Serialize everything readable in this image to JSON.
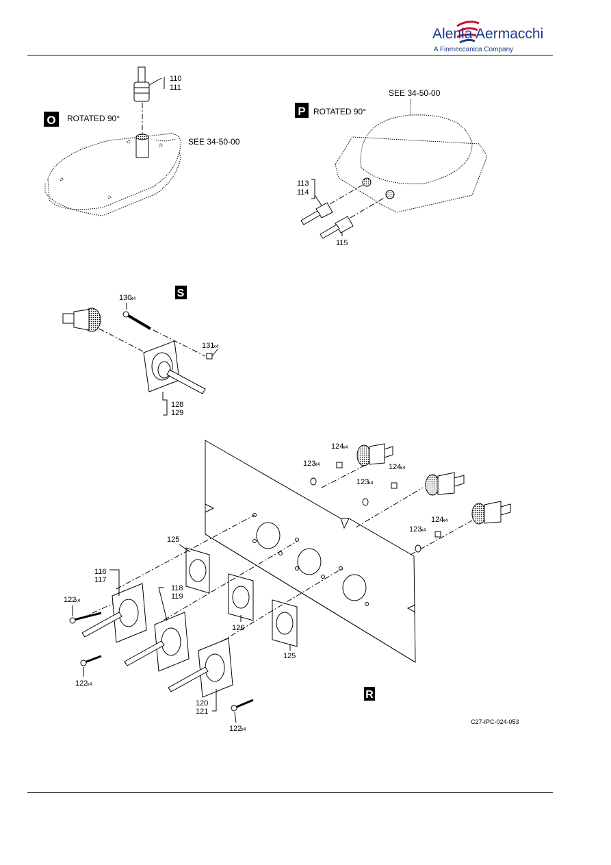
{
  "header": {
    "brand": "Alenia Aermacchi",
    "tagline": "A Finmeccanica Company",
    "brand_color": "#1b3a8c",
    "accent_color": "#c8102e"
  },
  "views": {
    "O": {
      "letter": "O",
      "caption": "ROTATED 90°",
      "ref": "SEE 34-50-00",
      "items": [
        "110",
        "111"
      ]
    },
    "P": {
      "letter": "P",
      "caption": "ROTATED 90°",
      "ref": "SEE 34-50-00",
      "items": [
        "113",
        "114",
        "115"
      ]
    },
    "S": {
      "letter": "S",
      "items": [
        "130",
        "131",
        "128",
        "129"
      ],
      "qty": "x4"
    },
    "R": {
      "letter": "R",
      "items": [
        "124",
        "123",
        "124",
        "123",
        "124",
        "123",
        "125",
        "116",
        "117",
        "118",
        "119",
        "126",
        "122",
        "122",
        "125",
        "120",
        "121",
        "122"
      ],
      "qty": "x4"
    }
  },
  "figure_id": "C27-IPC-024-053"
}
